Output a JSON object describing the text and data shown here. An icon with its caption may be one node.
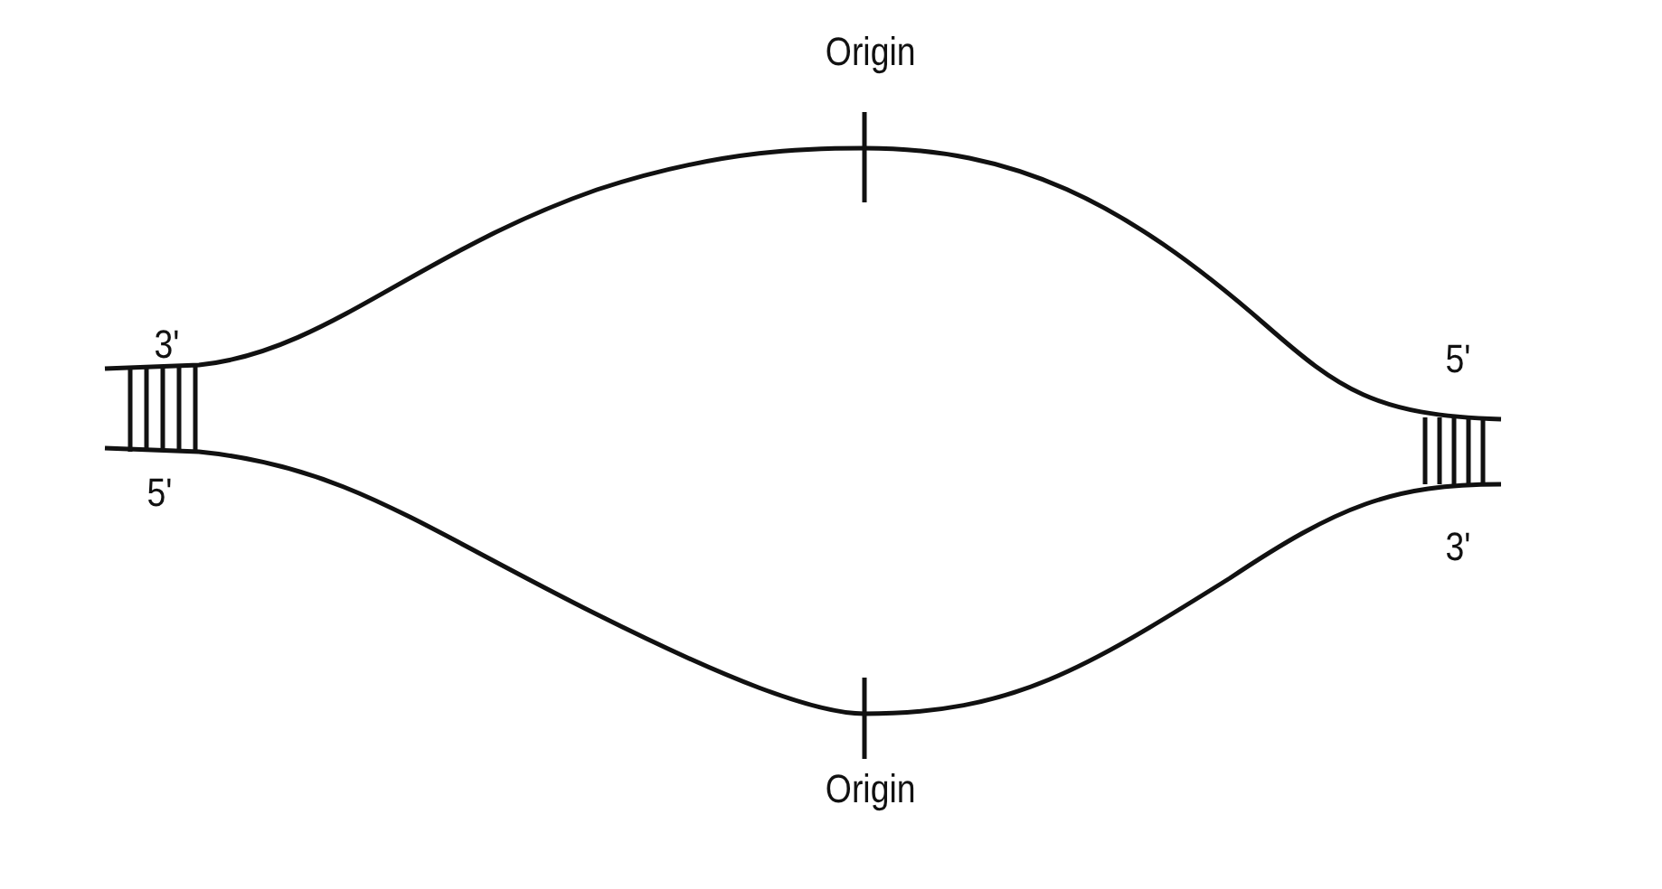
{
  "diagram": {
    "labels": [
      "Origin",
      "3'",
      "5'",
      "5'",
      "3'",
      "Origin"
    ]
  }
}
